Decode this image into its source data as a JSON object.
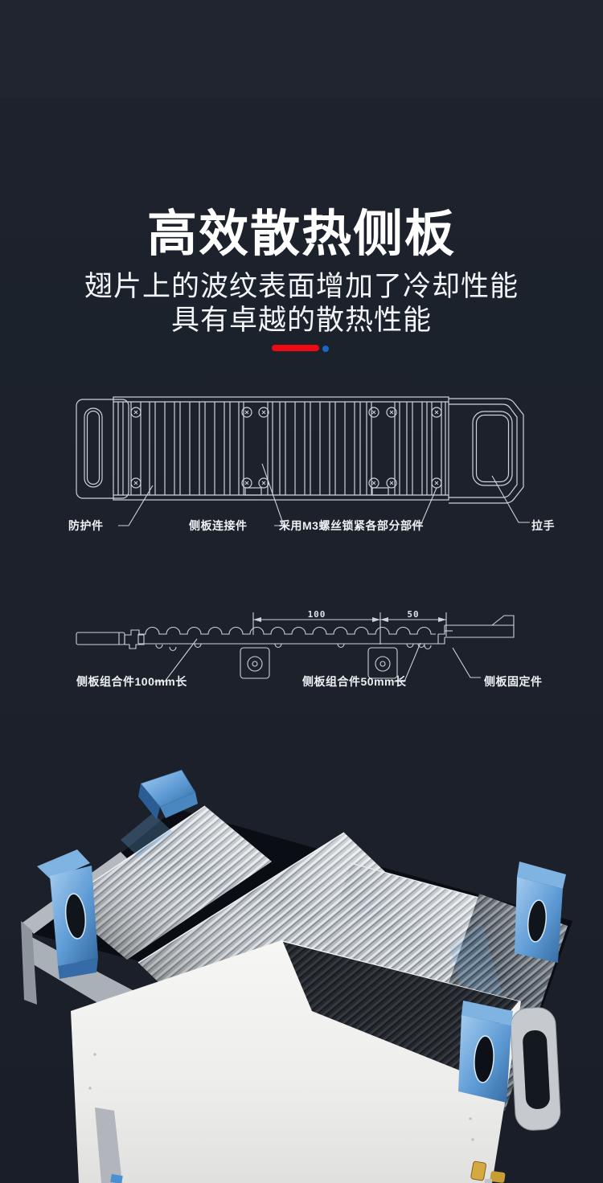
{
  "page": {
    "background": "#1c212b"
  },
  "hero": {
    "title": "高效散热侧板",
    "subtitle_line1": "翅片上的波纹表面增加了冷却性能",
    "subtitle_line2": "具有卓越的散热性能",
    "accent_bar_color": "#ee0a12",
    "accent_dot_color": "#1766c9"
  },
  "front_view_diagram": {
    "line_color": "#ced3da",
    "labels": {
      "guard": "防护件",
      "connector": "侧板连接件",
      "screws": "采用M3螺丝锁紧各部分部件",
      "handle": "拉手"
    }
  },
  "section_view_diagram": {
    "line_color": "#ced3da",
    "dimension_100": "100",
    "dimension_50": "50",
    "labels": {
      "assembly_100": "侧板组合件100mm长",
      "assembly_50": "侧板组合件50mm长",
      "fixing": "侧板固定件"
    }
  },
  "product_render": {
    "heatsink_color": "#b3b9c0",
    "dark_heatsink_color": "#565d66",
    "bracket_blue": "#5e9bd5",
    "chassis_color": "#efefed",
    "connector_gold": "#d4a940"
  }
}
